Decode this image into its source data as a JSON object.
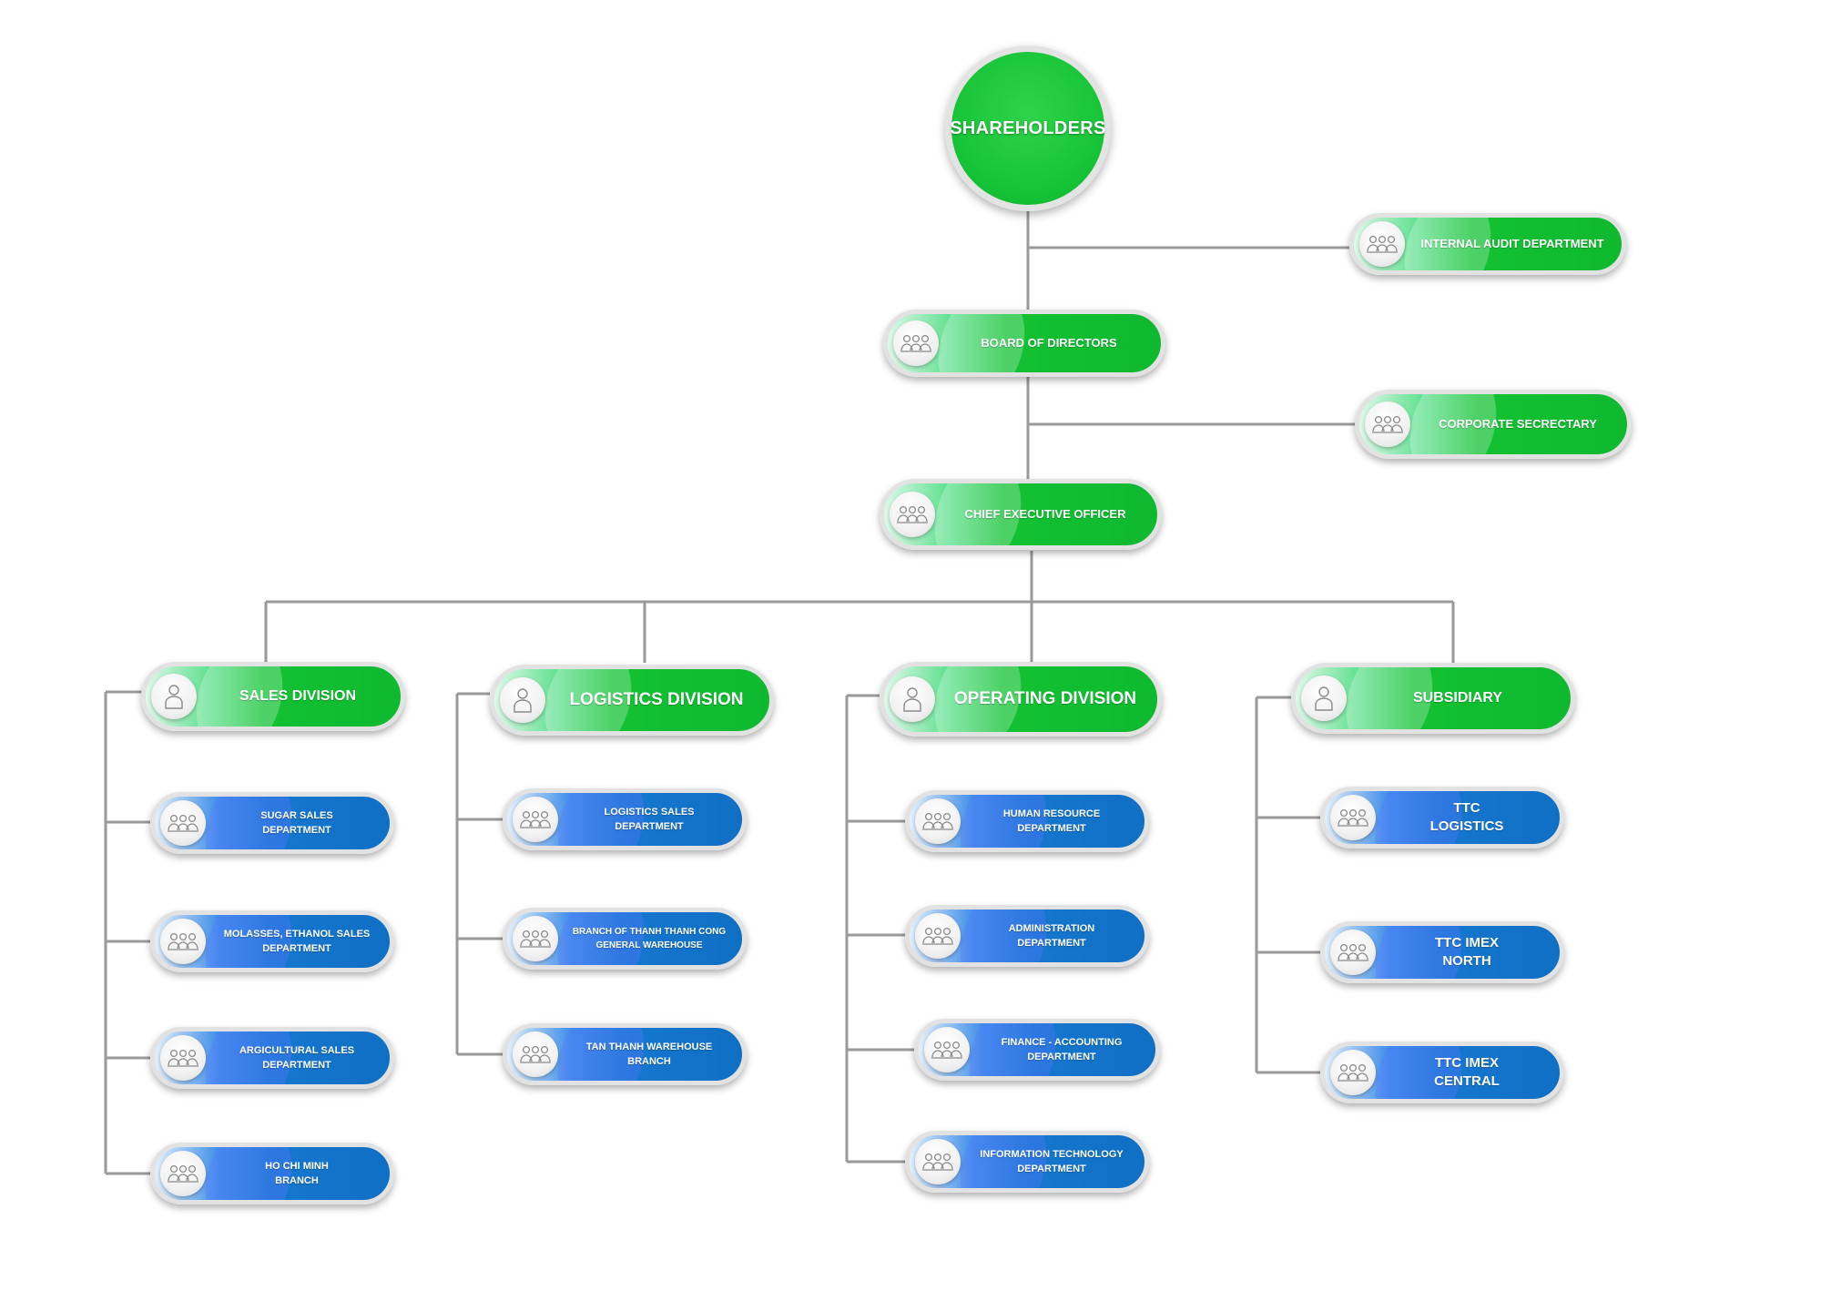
{
  "root": {
    "label": "SHAREHOLDERS"
  },
  "top": {
    "internal_audit": "INTERNAL AUDIT DEPARTMENT",
    "board": "BOARD OF DIRECTORS",
    "secretary": "CORPORATE SECRECTARY",
    "ceo": "CHIEF EXECUTIVE OFFICER"
  },
  "divisions": {
    "sales": {
      "label": "SALES DIVISION",
      "departments": [
        "SUGAR SALES\nDEPARTMENT",
        "MOLASSES, ETHANOL SALES\nDEPARTMENT",
        "ARGICULTURAL SALES\nDEPARTMENT",
        "HO CHI MINH\nBRANCH"
      ]
    },
    "logistics": {
      "label": "LOGISTICS DIVISION",
      "departments": [
        "LOGISTICS SALES\nDEPARTMENT",
        "BRANCH OF THANH THANH CONG\nGENERAL WAREHOUSE",
        "TAN THANH WAREHOUSE\nBRANCH"
      ]
    },
    "operating": {
      "label": "OPERATING DIVISION",
      "departments": [
        "HUMAN RESOURCE\nDEPARTMENT",
        "ADMINISTRATION\nDEPARTMENT",
        "FINANCE - ACCOUNTING\nDEPARTMENT",
        "INFORMATION TECHNOLOGY\nDEPARTMENT"
      ]
    },
    "subsidiary": {
      "label": "SUBSIDIARY",
      "departments": [
        "TTC\nLOGISTICS",
        "TTC IMEX\nNORTH",
        "TTC IMEX\nCENTRAL"
      ]
    }
  },
  "icons": {
    "group": "people-group-icon",
    "single": "person-icon"
  },
  "colors": {
    "green": "#12c133",
    "blue": "#1677cf",
    "connector": "#9a9a9a"
  }
}
